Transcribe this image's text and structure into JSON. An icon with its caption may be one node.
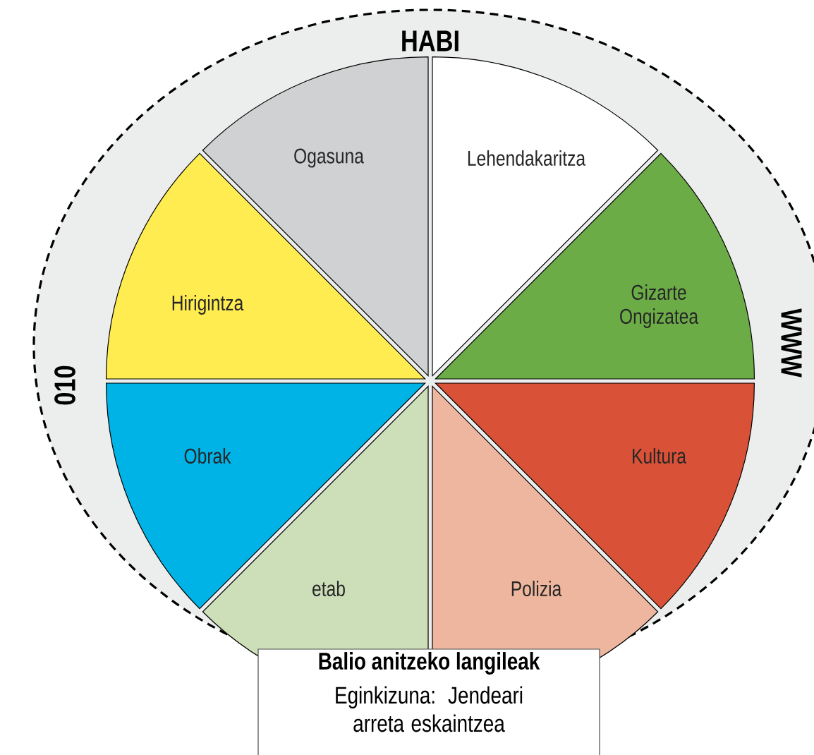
{
  "diagram": {
    "nodes": [
      {
        "text": [
          "HABI",
          "WWW",
          "010"
        ]
      },
      {
        "text": [
          "Ogasuna"
        ],
        "in": 0
      },
      {
        "text": [
          "Lehendakaritza"
        ],
        "in": 0
      },
      {
        "text": [
          "Hirigintza"
        ],
        "in": 0
      },
      {
        "text": [
          "Gizarte Ongizatea"
        ],
        "in": 0
      },
      {
        "text": [
          "Obrak"
        ],
        "in": 0
      },
      {
        "text": [
          "Kultura"
        ],
        "in": 0
      },
      {
        "text": [
          "etab"
        ],
        "in": 0
      },
      {
        "text": [
          "Polizia"
        ],
        "in": 0
      },
      {
        "text": [
          "Balio anitzeko langileak",
          "Eginkizuna: Jendeari arreta eskaintzea"
        ]
      }
    ]
  }
}
